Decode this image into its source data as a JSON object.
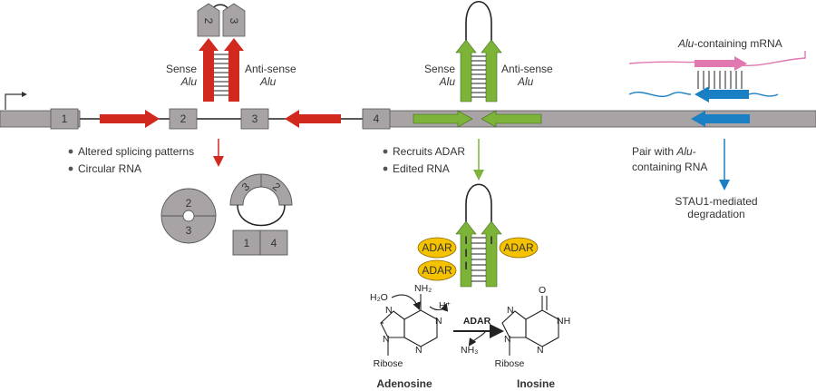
{
  "exons": [
    "1",
    "2",
    "3",
    "4"
  ],
  "hairpin_left": {
    "sense_line1": "Sense",
    "sense_line2": "Alu",
    "antisense_line1": "Anti-sense",
    "antisense_line2": "Alu",
    "cap_left": "2",
    "cap_right": "3"
  },
  "hairpin_middle": {
    "sense_line1": "Sense",
    "sense_line2": "Alu",
    "antisense_line1": "Anti-sense",
    "antisense_line2": "Alu"
  },
  "mrna_label_italic": "Alu",
  "mrna_label_rest": "-containing mRNA",
  "outcomes_left": [
    "Altered splicing patterns",
    "Circular RNA"
  ],
  "outcomes_middle": [
    "Recruits ADAR",
    "Edited RNA"
  ],
  "pair_text": [
    "Pair with ",
    "Alu",
    "-",
    "containing RNA"
  ],
  "degradation_text": [
    "STAU1-mediated",
    "degradation"
  ],
  "circle_segments": [
    "2",
    "3"
  ],
  "arc_segments": [
    "3",
    "2"
  ],
  "linear_segments": [
    "1",
    "4"
  ],
  "adar_badges": [
    "ADAR",
    "ADAR",
    "ADAR"
  ],
  "inosine_marks": [
    "I",
    "I",
    "I",
    "I"
  ],
  "chemistry": {
    "water": "H₂O",
    "amine": "NH₂",
    "proton": "H⁺",
    "enzyme": "ADAR",
    "ammonia": "NH₃",
    "ribose_left": "Ribose",
    "ribose_right": "Ribose",
    "name_left": "Adenosine",
    "name_right": "Inosine",
    "atom_N": "N",
    "atom_NH": "NH",
    "atom_O": "O"
  },
  "colors": {
    "gene_bar": "#a8a4a5",
    "exon": "#a8a4a5",
    "red": "#d2291f",
    "green": "#7cb338",
    "blue": "#1b80c3",
    "pink": "#e178b0",
    "adar": "#f5c200",
    "line": "#333333"
  }
}
